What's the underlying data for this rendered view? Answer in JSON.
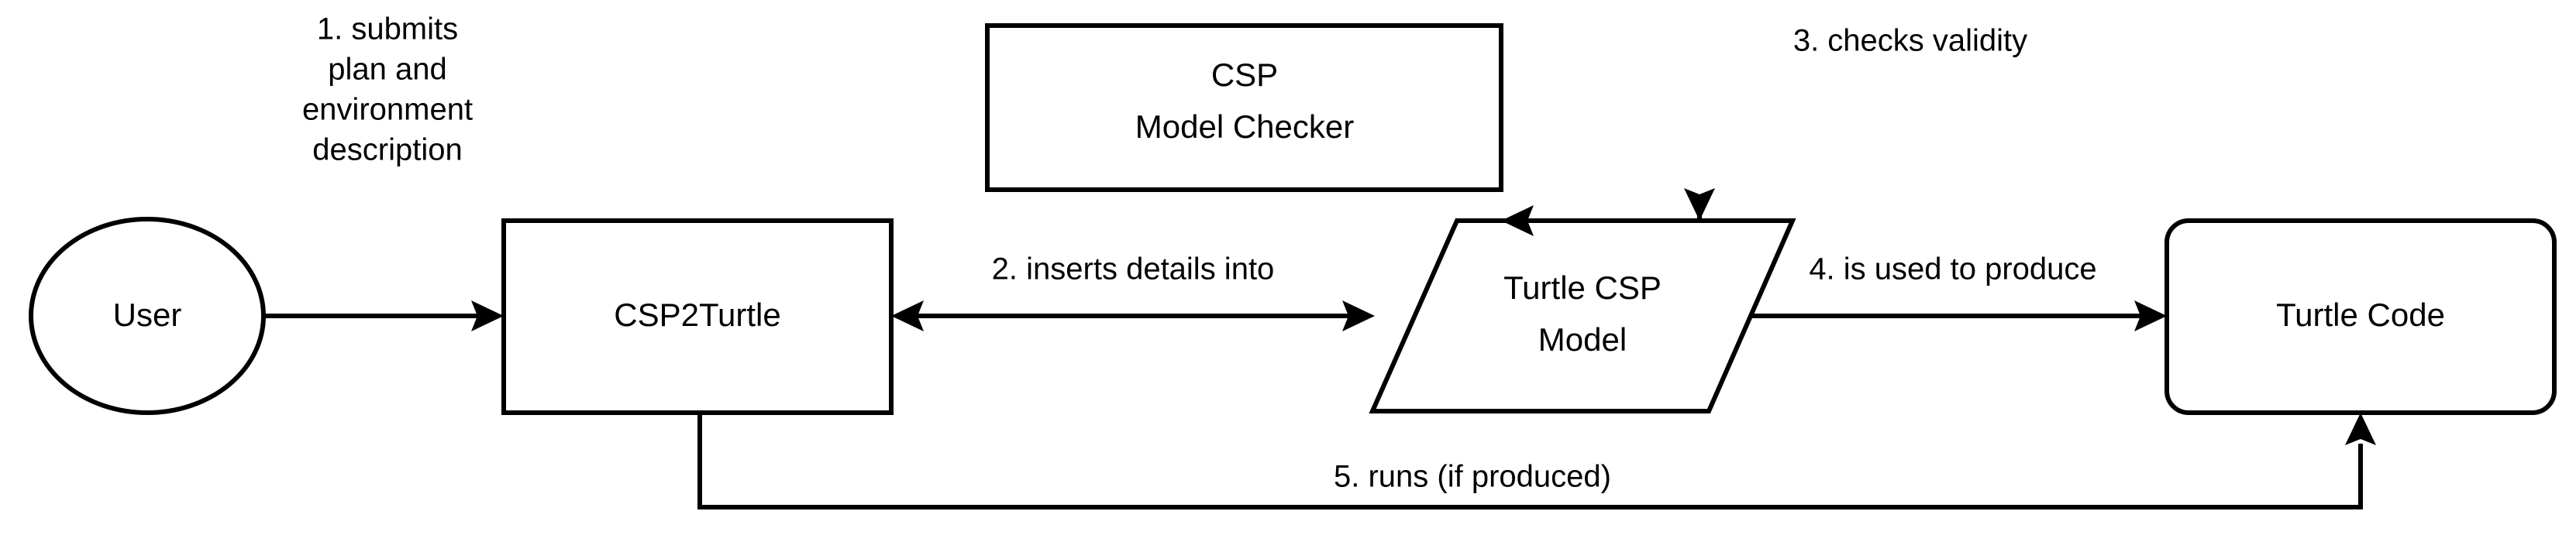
{
  "diagram": {
    "title": "CSP2Turtle workflow diagram",
    "background_color": "#ffffff",
    "stroke_color": "#000000",
    "text_color": "#000000",
    "nodes": [
      {
        "id": "user",
        "shape": "ellipse",
        "label": "User"
      },
      {
        "id": "csp2turtle",
        "shape": "rectangle",
        "label": "CSP2Turtle"
      },
      {
        "id": "model-checker",
        "shape": "rectangle",
        "label_line1": "CSP",
        "label_line2": "Model Checker"
      },
      {
        "id": "turtle-csp-model",
        "shape": "parallelogram",
        "label_line1": "Turtle CSP",
        "label_line2": "Model"
      },
      {
        "id": "turtle-code",
        "shape": "rounded-rectangle",
        "label": "Turtle Code"
      }
    ],
    "edges": [
      {
        "id": "edge-1",
        "from": "user",
        "to": "csp2turtle",
        "label_line1": "1. submits",
        "label_line2": "plan and",
        "label_line3": "environment",
        "label_line4": "description",
        "arrow": "single"
      },
      {
        "id": "edge-2",
        "from": "csp2turtle",
        "to": "turtle-csp-model",
        "label": "2. inserts details into",
        "arrow": "double"
      },
      {
        "id": "edge-3",
        "from": "turtle-csp-model",
        "to": "model-checker",
        "label": "3. checks validity",
        "arrow": "double"
      },
      {
        "id": "edge-4",
        "from": "turtle-csp-model",
        "to": "turtle-code",
        "label": "4. is used to produce",
        "arrow": "single"
      },
      {
        "id": "edge-5",
        "from": "csp2turtle",
        "to": "turtle-code",
        "label": "5. runs (if produced)",
        "arrow": "single"
      }
    ]
  }
}
